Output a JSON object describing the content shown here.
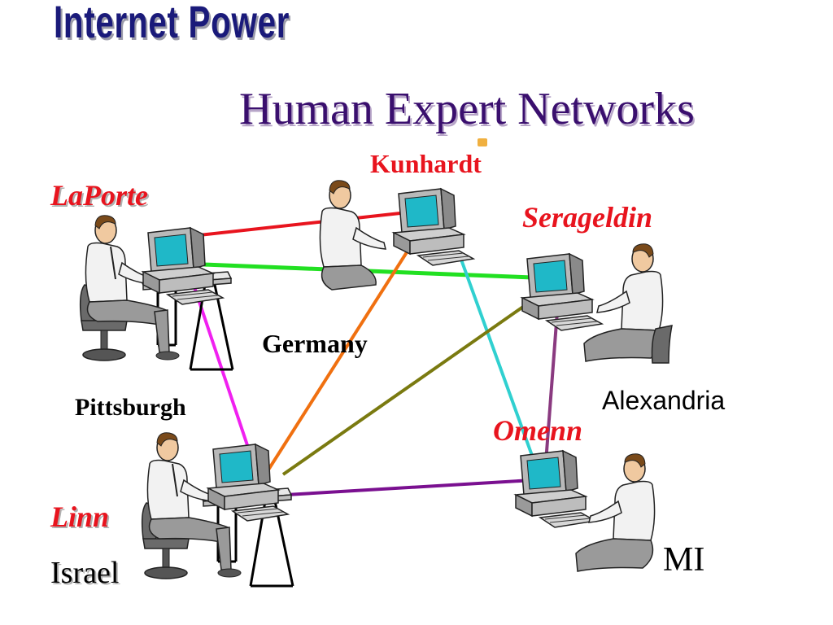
{
  "title": "Internet Power",
  "subtitle": "Human Expert Networks",
  "nodes": {
    "kunhardt": {
      "name": "Kunhardt",
      "place": "Germany"
    },
    "laporte": {
      "name": "LaPorte",
      "place": "Pittsburgh"
    },
    "serageldin": {
      "name": "Serageldin",
      "place": "Alexandria"
    },
    "omenn": {
      "name": "Omenn",
      "place": "MI"
    },
    "linn": {
      "name": "Linn",
      "place": "Israel"
    }
  },
  "links": [
    {
      "from": "laporte",
      "to": "kunhardt",
      "color": "#e8141e"
    },
    {
      "from": "laporte",
      "to": "serageldin",
      "color": "#22e022"
    },
    {
      "from": "laporte",
      "to": "linn",
      "color": "#f020f0"
    },
    {
      "from": "kunhardt",
      "to": "linn",
      "color": "#f07010"
    },
    {
      "from": "kunhardt",
      "to": "omenn",
      "color": "#30d0d0"
    },
    {
      "from": "serageldin",
      "to": "linn",
      "color": "#7a7a10"
    },
    {
      "from": "serageldin",
      "to": "omenn",
      "color": "#8a3a80"
    },
    {
      "from": "linn",
      "to": "omenn",
      "color": "#7a1090"
    }
  ]
}
